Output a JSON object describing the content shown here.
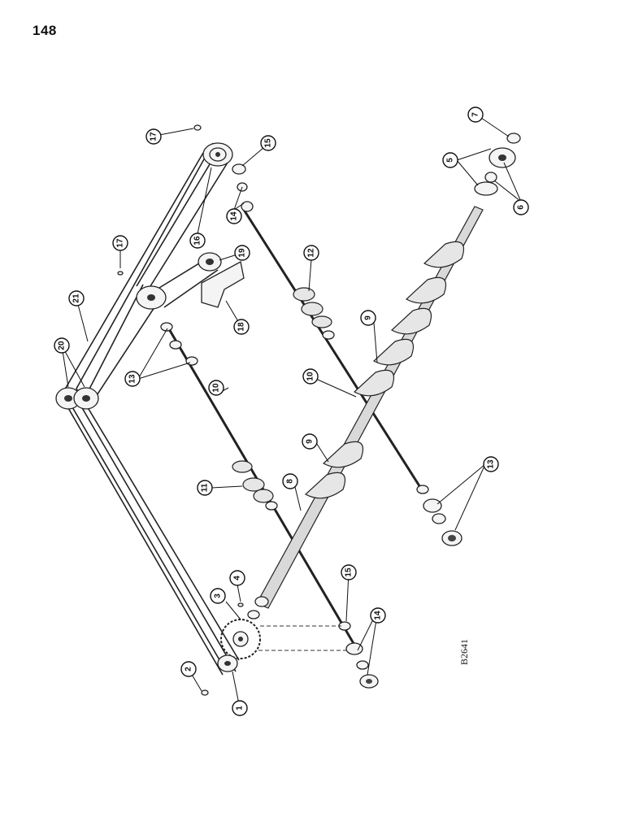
{
  "page_number": "148",
  "drawing_code": "B2641",
  "callouts": [
    "1",
    "2",
    "3",
    "4",
    "5",
    "6",
    "7",
    "8",
    "9",
    "9",
    "10",
    "10",
    "11",
    "12",
    "13",
    "13",
    "14",
    "14",
    "15",
    "15",
    "16",
    "17",
    "17",
    "18",
    "19",
    "20",
    "21"
  ]
}
